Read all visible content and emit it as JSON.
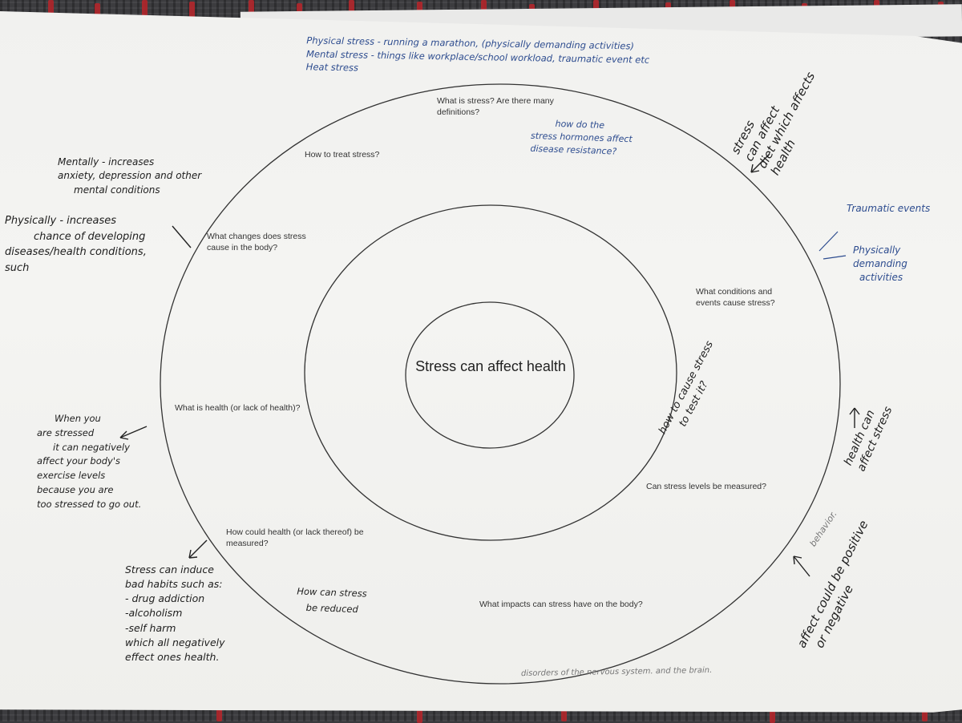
{
  "diagram": {
    "center": "Stress can affect health",
    "questions": {
      "what_is_stress": "What is stress? Are there many definitions?",
      "how_to_treat": "How to treat stress?",
      "changes_body": "What changes does stress cause in the body?",
      "conditions_events": "What conditions and events cause stress?",
      "what_is_health": "What is health (or lack of health)?",
      "measured_stress": "Can stress levels be measured?",
      "measured_health": "How could health (or lack thereof) be measured?",
      "impacts": "What impacts can stress have on the body?"
    }
  },
  "notes": {
    "top_blue": [
      "Physical stress - running a marathon, (physically demanding activities)",
      "Mental stress - things like workplace/school workload, traumatic event etc",
      "Heat stress"
    ],
    "hormones": [
      "how do the",
      "stress hormones affect",
      "disease resistance?"
    ],
    "mentally": [
      "Mentally - increases",
      "anxiety, depression and other",
      "mental conditions"
    ],
    "physically": [
      "Physically - increases",
      "chance of developing",
      "diseases/health conditions,",
      "such"
    ],
    "exercise": [
      "When you",
      "are stressed",
      "it can negatively",
      "affect your body's",
      "exercise levels",
      "because you are",
      "too stressed to go out."
    ],
    "habits": [
      "Stress can induce",
      "bad habits such as:",
      "- drug addiction",
      "-alcoholism",
      "-self harm",
      "which all negatively",
      "effect ones health."
    ],
    "reduced": [
      "How can stress",
      "be reduced"
    ],
    "cause_test": [
      "how to cause stress",
      "to test it?"
    ],
    "diet": [
      "stress",
      "can affect",
      "diet which affects",
      "health"
    ],
    "traumatic": "Traumatic events",
    "physically_demanding": [
      "Physically",
      "demanding",
      "activities"
    ],
    "health_stress": [
      "health can",
      "affect stress"
    ],
    "behavior": "behavior.",
    "affect_pos_neg": [
      "affect could be positive",
      "or negative"
    ],
    "disorders": "disorders of the nervous system. and the brain."
  }
}
